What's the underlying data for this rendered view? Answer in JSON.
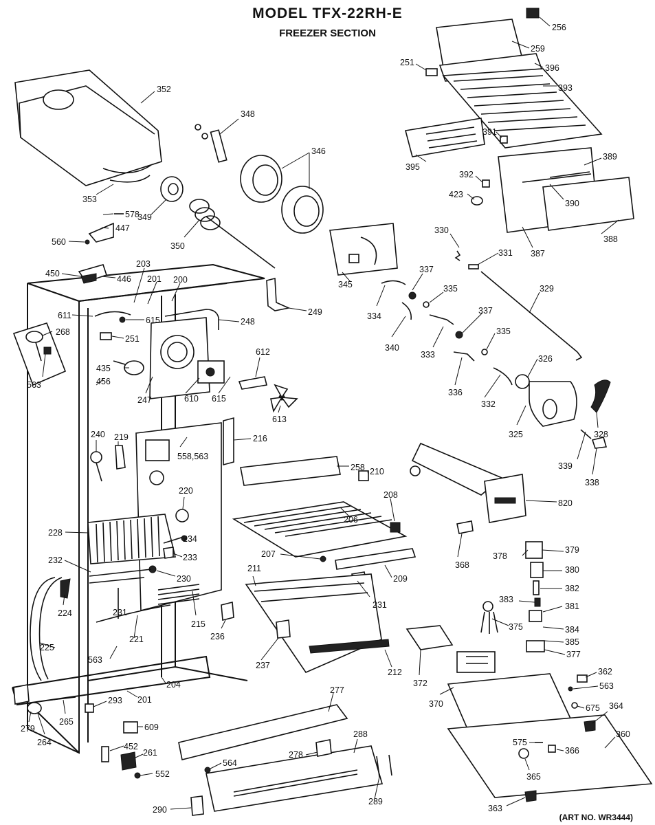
{
  "title": "MODEL TFX-22RH-E",
  "subtitle": "FREEZER SECTION",
  "art_number": "(ART NO. WR3444)",
  "callouts": [
    {
      "id": "c256",
      "text": "256"
    },
    {
      "id": "c259",
      "text": "259"
    },
    {
      "id": "c396",
      "text": "396"
    },
    {
      "id": "c251a",
      "text": "251"
    },
    {
      "id": "c393",
      "text": "393"
    },
    {
      "id": "c352",
      "text": "352"
    },
    {
      "id": "c348",
      "text": "348"
    },
    {
      "id": "c346",
      "text": "346"
    },
    {
      "id": "c391",
      "text": "391"
    },
    {
      "id": "c389",
      "text": "389"
    },
    {
      "id": "c395",
      "text": "395"
    },
    {
      "id": "c392",
      "text": "392"
    },
    {
      "id": "c390",
      "text": "390"
    },
    {
      "id": "c423",
      "text": "423"
    },
    {
      "id": "c353",
      "text": "353"
    },
    {
      "id": "c349",
      "text": "349"
    },
    {
      "id": "c578",
      "text": "578"
    },
    {
      "id": "c447",
      "text": "447"
    },
    {
      "id": "c560",
      "text": "560"
    },
    {
      "id": "c350",
      "text": "350"
    },
    {
      "id": "c387",
      "text": "387"
    },
    {
      "id": "c388",
      "text": "388"
    },
    {
      "id": "c330",
      "text": "330"
    },
    {
      "id": "c331",
      "text": "331"
    },
    {
      "id": "c203",
      "text": "203"
    },
    {
      "id": "c450",
      "text": "450"
    },
    {
      "id": "c446",
      "text": "446"
    },
    {
      "id": "c201a",
      "text": "201"
    },
    {
      "id": "c200",
      "text": "200"
    },
    {
      "id": "c345",
      "text": "345"
    },
    {
      "id": "c337a",
      "text": "337"
    },
    {
      "id": "c329",
      "text": "329"
    },
    {
      "id": "c249",
      "text": "249"
    },
    {
      "id": "c334",
      "text": "334"
    },
    {
      "id": "c335a",
      "text": "335"
    },
    {
      "id": "c611",
      "text": "611"
    },
    {
      "id": "c615a",
      "text": "615"
    },
    {
      "id": "c248",
      "text": "248"
    },
    {
      "id": "c337b",
      "text": "337"
    },
    {
      "id": "c268",
      "text": "268"
    },
    {
      "id": "c251b",
      "text": "251"
    },
    {
      "id": "c340",
      "text": "340"
    },
    {
      "id": "c333",
      "text": "333"
    },
    {
      "id": "c335b",
      "text": "335"
    },
    {
      "id": "c612",
      "text": "612"
    },
    {
      "id": "c326",
      "text": "326"
    },
    {
      "id": "c435",
      "text": "435"
    },
    {
      "id": "c456",
      "text": "456"
    },
    {
      "id": "c563a",
      "text": "563"
    },
    {
      "id": "c247",
      "text": "247"
    },
    {
      "id": "c610",
      "text": "610"
    },
    {
      "id": "c615b",
      "text": "615"
    },
    {
      "id": "c336",
      "text": "336"
    },
    {
      "id": "c332",
      "text": "332"
    },
    {
      "id": "c613",
      "text": "613"
    },
    {
      "id": "c216",
      "text": "216"
    },
    {
      "id": "c325",
      "text": "325"
    },
    {
      "id": "c328",
      "text": "328"
    },
    {
      "id": "c240",
      "text": "240"
    },
    {
      "id": "c219",
      "text": "219"
    },
    {
      "id": "c558",
      "text": "558,563"
    },
    {
      "id": "c258",
      "text": "258"
    },
    {
      "id": "c210",
      "text": "210"
    },
    {
      "id": "c339",
      "text": "339"
    },
    {
      "id": "c338",
      "text": "338"
    },
    {
      "id": "c220",
      "text": "220"
    },
    {
      "id": "c206",
      "text": "206"
    },
    {
      "id": "c208",
      "text": "208"
    },
    {
      "id": "c820",
      "text": "820"
    },
    {
      "id": "c228",
      "text": "228"
    },
    {
      "id": "c234",
      "text": "234"
    },
    {
      "id": "c378",
      "text": "378"
    },
    {
      "id": "c379",
      "text": "379"
    },
    {
      "id": "c232",
      "text": "232"
    },
    {
      "id": "c233",
      "text": "233"
    },
    {
      "id": "c207",
      "text": "207"
    },
    {
      "id": "c368",
      "text": "368"
    },
    {
      "id": "c209",
      "text": "209"
    },
    {
      "id": "c380",
      "text": "380"
    },
    {
      "id": "c211",
      "text": "211"
    },
    {
      "id": "c230",
      "text": "230"
    },
    {
      "id": "c382",
      "text": "382"
    },
    {
      "id": "c224",
      "text": "224"
    },
    {
      "id": "c231a",
      "text": "231"
    },
    {
      "id": "c383",
      "text": "383"
    },
    {
      "id": "c381",
      "text": "381"
    },
    {
      "id": "c231b",
      "text": "231"
    },
    {
      "id": "c215",
      "text": "215"
    },
    {
      "id": "c236",
      "text": "236"
    },
    {
      "id": "c375",
      "text": "375"
    },
    {
      "id": "c384",
      "text": "384"
    },
    {
      "id": "c221",
      "text": "221"
    },
    {
      "id": "c385",
      "text": "385"
    },
    {
      "id": "c225",
      "text": "225"
    },
    {
      "id": "c563b",
      "text": "563"
    },
    {
      "id": "c237",
      "text": "237"
    },
    {
      "id": "c377",
      "text": "377"
    },
    {
      "id": "c212",
      "text": "212"
    },
    {
      "id": "c372",
      "text": "372"
    },
    {
      "id": "c204",
      "text": "204"
    },
    {
      "id": "c362",
      "text": "362"
    },
    {
      "id": "c563c",
      "text": "563"
    },
    {
      "id": "c277",
      "text": "277"
    },
    {
      "id": "c293",
      "text": "293"
    },
    {
      "id": "c201b",
      "text": "201"
    },
    {
      "id": "c370",
      "text": "370"
    },
    {
      "id": "c675",
      "text": "675"
    },
    {
      "id": "c364",
      "text": "364"
    },
    {
      "id": "c279",
      "text": "279"
    },
    {
      "id": "c265",
      "text": "265"
    },
    {
      "id": "c609",
      "text": "609"
    },
    {
      "id": "c264",
      "text": "264"
    },
    {
      "id": "c360",
      "text": "360"
    },
    {
      "id": "c452",
      "text": "452"
    },
    {
      "id": "c288",
      "text": "288"
    },
    {
      "id": "c278",
      "text": "278"
    },
    {
      "id": "c575",
      "text": "575"
    },
    {
      "id": "c366",
      "text": "366"
    },
    {
      "id": "c261",
      "text": "261"
    },
    {
      "id": "c564",
      "text": "564"
    },
    {
      "id": "c552",
      "text": "552"
    },
    {
      "id": "c365",
      "text": "365"
    },
    {
      "id": "c289",
      "text": "289"
    },
    {
      "id": "c290",
      "text": "290"
    },
    {
      "id": "c363",
      "text": "363"
    }
  ]
}
